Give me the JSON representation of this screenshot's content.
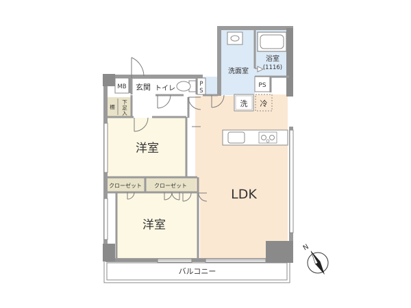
{
  "rooms": {
    "ldk": "LDK",
    "western_room_1": "洋室",
    "western_room_2": "洋室",
    "bathroom": "浴室",
    "bathroom_size": "(1116)",
    "washroom": "洗面室",
    "toilet": "トイレ",
    "entrance": "玄関",
    "balcony": "バルコニー"
  },
  "fixtures": {
    "meter_box": "MB",
    "pipe_space_top": "PS",
    "pipe_space_mid": "PS",
    "shoe_cabinet_shelf": "棚",
    "shoe_cabinet_label": "下足入",
    "closet_1": "クローゼット",
    "closet_2": "クローゼット",
    "washing_machine": "洗",
    "refrigerator": "冷"
  },
  "compass": {
    "north": "N"
  },
  "colors": {
    "wall": "#9a9a9a",
    "wall_dark": "#8a8a8a",
    "wet_area": "#dce9f6",
    "western_room": "#fdf8e4",
    "ldk_floor": "#fbe8d2",
    "closet": "#e8e3c8",
    "entrance_floor": "#ffffff"
  }
}
